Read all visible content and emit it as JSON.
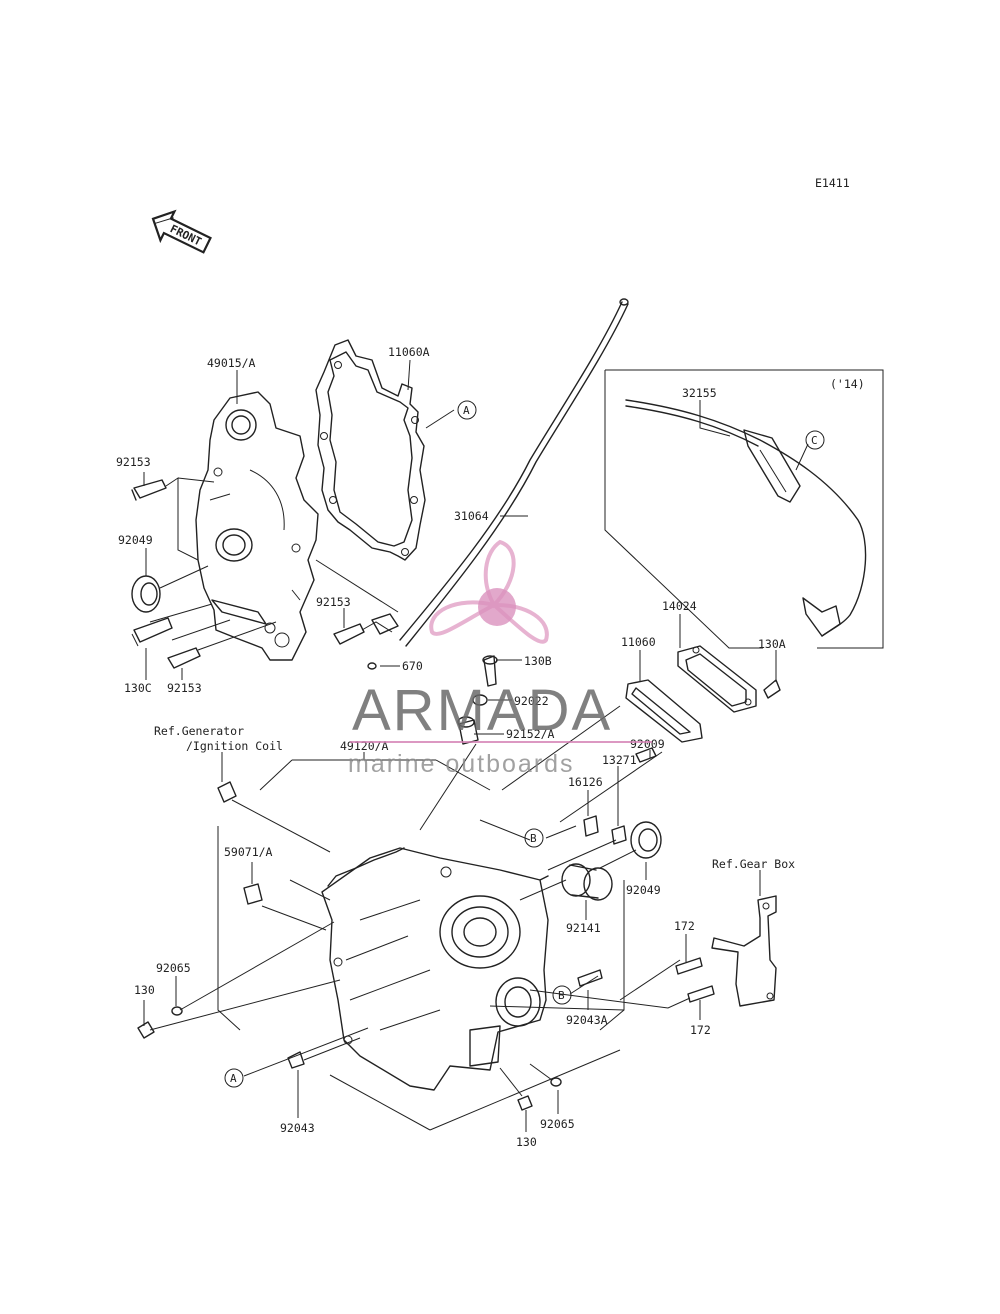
{
  "diagram_code": "E1411",
  "front_label": "FRONT",
  "colors": {
    "line": "#222222",
    "watermark_pink": "#e3a6c9",
    "watermark_pink_dark": "#d47fb3",
    "watermark_gray": "#6a6a6a"
  },
  "watermark": {
    "brand": "ARMADA",
    "tagline": "marine outboards"
  },
  "inset_label": "('14)",
  "reference_labels": {
    "generator_line1": "Ref.Generator",
    "generator_line2": "/Ignition Coil",
    "gearbox": "Ref.Gear Box"
  },
  "circle_markers": {
    "a": "A",
    "b": "B",
    "c": "C"
  },
  "parts": {
    "p49015A": "49015/A",
    "p11060A": "11060A",
    "p92153_top": "92153",
    "p92049_left": "92049",
    "p92153_mid": "92153",
    "p130C": "130C",
    "p92153_bottom": "92153",
    "p670": "670",
    "p31064": "31064",
    "p130B": "130B",
    "p92022": "92022",
    "p92152A": "92152/A",
    "p32155": "32155",
    "p14024": "14024",
    "p11060": "11060",
    "p130A": "130A",
    "p92009": "92009",
    "p13271": "13271",
    "p16126": "16126",
    "p49120A": "49120/A",
    "p59071A": "59071/A",
    "p92049_right": "92049",
    "p92141": "92141",
    "p92065_left": "92065",
    "p130_left": "130",
    "p92043A": "92043A",
    "p172_top": "172",
    "p172_bottom": "172",
    "p92043": "92043",
    "p130_bottom": "130",
    "p92065_bottom": "92065"
  }
}
